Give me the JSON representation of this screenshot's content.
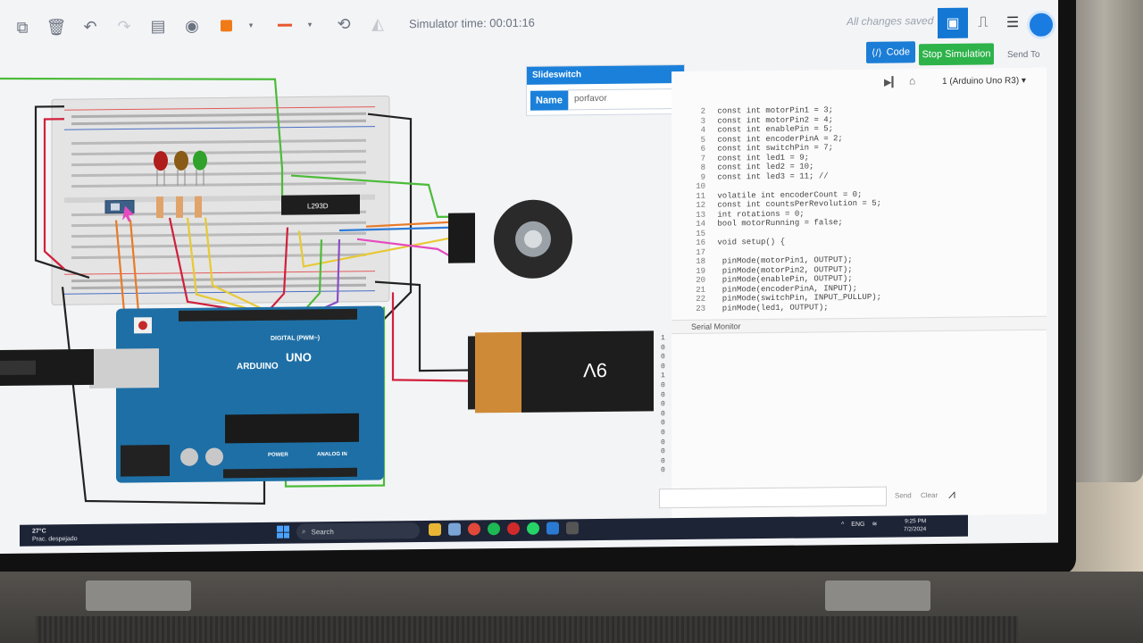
{
  "toolbar": {
    "simulator_time": "Simulator time: 00:01:16",
    "saved_status": "All changes saved",
    "code_label": "Code",
    "stop_label": "Stop Simulation",
    "send_to_label": "Send To"
  },
  "inspector": {
    "title": "Slideswitch",
    "name_label": "Name",
    "name_value": "porfavor"
  },
  "code_panel": {
    "board": "1 (Arduino Uno R3)",
    "lines": [
      {
        "n": "2",
        "t": " const int motorPin1 = 3;"
      },
      {
        "n": "3",
        "t": " const int motorPin2 = 4;"
      },
      {
        "n": "4",
        "t": " const int enablePin = 5;"
      },
      {
        "n": "5",
        "t": " const int encoderPinA = 2;"
      },
      {
        "n": "6",
        "t": " const int switchPin = 7;"
      },
      {
        "n": "7",
        "t": " const int led1 = 9;"
      },
      {
        "n": "8",
        "t": " const int led2 = 10;"
      },
      {
        "n": "9",
        "t": " const int led3 = 11; //"
      },
      {
        "n": "10",
        "t": ""
      },
      {
        "n": "11",
        "t": " volatile int encoderCount = 0;"
      },
      {
        "n": "12",
        "t": " const int countsPerRevolution = 5;"
      },
      {
        "n": "13",
        "t": " int rotations = 0;"
      },
      {
        "n": "14",
        "t": " bool motorRunning = false;"
      },
      {
        "n": "15",
        "t": ""
      },
      {
        "n": "16",
        "t": " void setup() {"
      },
      {
        "n": "17",
        "t": ""
      },
      {
        "n": "18",
        "t": "  pinMode(motorPin1, OUTPUT);"
      },
      {
        "n": "19",
        "t": "  pinMode(motorPin2, OUTPUT);"
      },
      {
        "n": "20",
        "t": "  pinMode(enablePin, OUTPUT);"
      },
      {
        "n": "21",
        "t": "  pinMode(encoderPinA, INPUT);"
      },
      {
        "n": "22",
        "t": "  pinMode(switchPin, INPUT_PULLUP);"
      },
      {
        "n": "23",
        "t": "  pinMode(led1, OUTPUT);"
      }
    ],
    "serial_title": "Serial Monitor",
    "serial_lines": [
      "1",
      "0",
      "0",
      "0",
      "1",
      "0",
      "0",
      "0",
      "0",
      "0",
      "0",
      "0",
      "0",
      "0",
      "0"
    ],
    "send_label": "Send",
    "clear_label": "Clear"
  },
  "circuit": {
    "chip_label": "L293D",
    "arduino_brand": "ARDUINO",
    "arduino_model": "UNO",
    "digital_label": "DIGITAL (PWM~)",
    "power_label": "POWER",
    "analog_label": "ANALOG IN",
    "battery_label": "9V"
  },
  "taskbar": {
    "temperature": "27°C",
    "weather": "Prac. despejado",
    "search_label": "Search",
    "lang": "ENG",
    "time": "9:25 PM",
    "date": "7/2/2024"
  },
  "colors": {
    "accent": "#1a80d9",
    "stop": "#2eb24a",
    "board": "#1d6fa5"
  }
}
